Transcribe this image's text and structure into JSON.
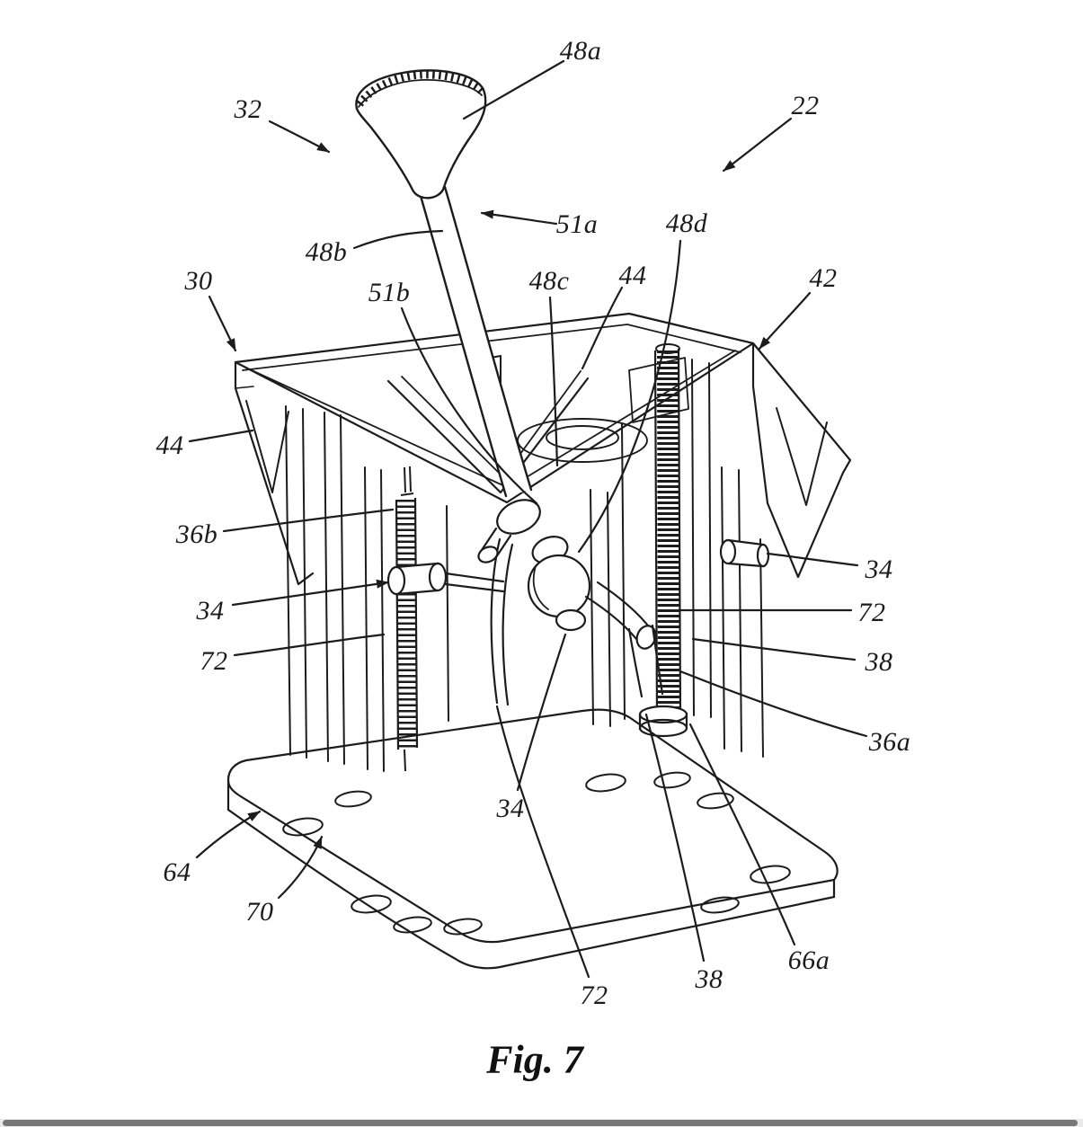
{
  "figure": {
    "caption": "Fig. 7"
  },
  "labels": [
    {
      "text": "32"
    },
    {
      "text": "48a"
    },
    {
      "text": "22"
    },
    {
      "text": "48b"
    },
    {
      "text": "51a"
    },
    {
      "text": "30"
    },
    {
      "text": "51b"
    },
    {
      "text": "48c"
    },
    {
      "text": "44"
    },
    {
      "text": "48d"
    },
    {
      "text": "42"
    },
    {
      "text": "44"
    },
    {
      "text": "36b"
    },
    {
      "text": "34"
    },
    {
      "text": "72"
    },
    {
      "text": "34"
    },
    {
      "text": "72"
    },
    {
      "text": "38"
    },
    {
      "text": "36a"
    },
    {
      "text": "64"
    },
    {
      "text": "70"
    },
    {
      "text": "34"
    },
    {
      "text": "72"
    },
    {
      "text": "38"
    },
    {
      "text": "66a"
    }
  ],
  "colors": {
    "ink": "#1c1c1c",
    "background": "#ffffff",
    "scrollbar_thumb": "#767676"
  }
}
